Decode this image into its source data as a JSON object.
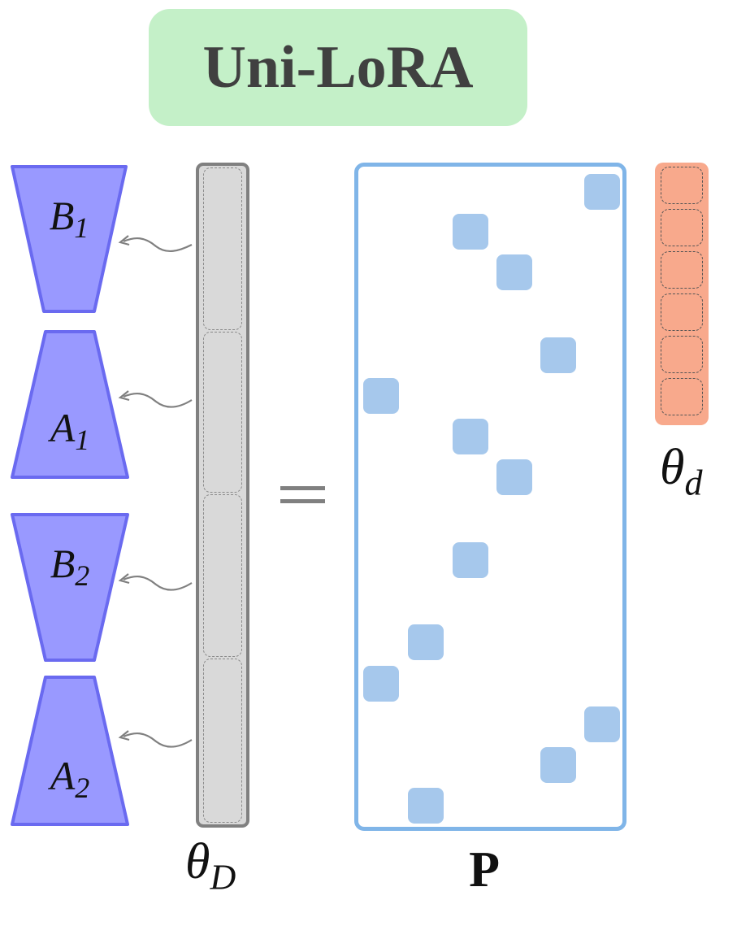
{
  "title": "Uni-LoRA",
  "lora_blocks": [
    {
      "letter": "B",
      "sub": "1",
      "shape": "inverted-trapezoid"
    },
    {
      "letter": "A",
      "sub": "1",
      "shape": "trapezoid"
    },
    {
      "letter": "B",
      "sub": "2",
      "shape": "inverted-trapezoid"
    },
    {
      "letter": "A",
      "sub": "2",
      "shape": "trapezoid"
    }
  ],
  "theta_D": {
    "symbol": "θ",
    "subscript": "D"
  },
  "theta_d": {
    "symbol": "θ",
    "subscript": "d"
  },
  "equals_sign": "=",
  "projection_label": "P",
  "colors": {
    "title_bg": "#c4f0c8",
    "lora_fill": "#9999ff",
    "lora_stroke": "#6a6af0",
    "theta_D_fill": "#d9d9d9",
    "theta_d_fill": "#f8a98c",
    "projection_border": "#80b5e8",
    "projection_cell": "#a6c8ec"
  }
}
